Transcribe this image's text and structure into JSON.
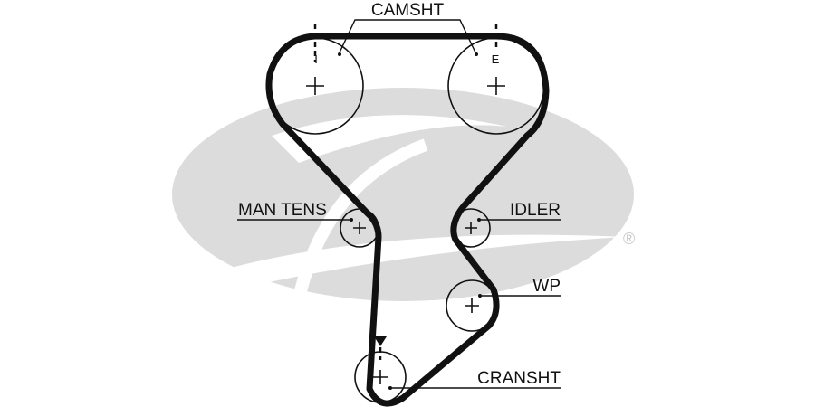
{
  "diagram": {
    "labels": {
      "camshaft": "CAMSHT",
      "intake_mark": "I",
      "exhaust_mark": "E",
      "manual_tensioner": "MAN TENS",
      "idler": "IDLER",
      "water_pump": "WP",
      "crankshaft": "CRANSHT"
    },
    "watermark": {
      "brand": "Gates",
      "registered": "®"
    },
    "colors": {
      "belt": "#111111",
      "watermark": "#d9d9d9"
    }
  }
}
